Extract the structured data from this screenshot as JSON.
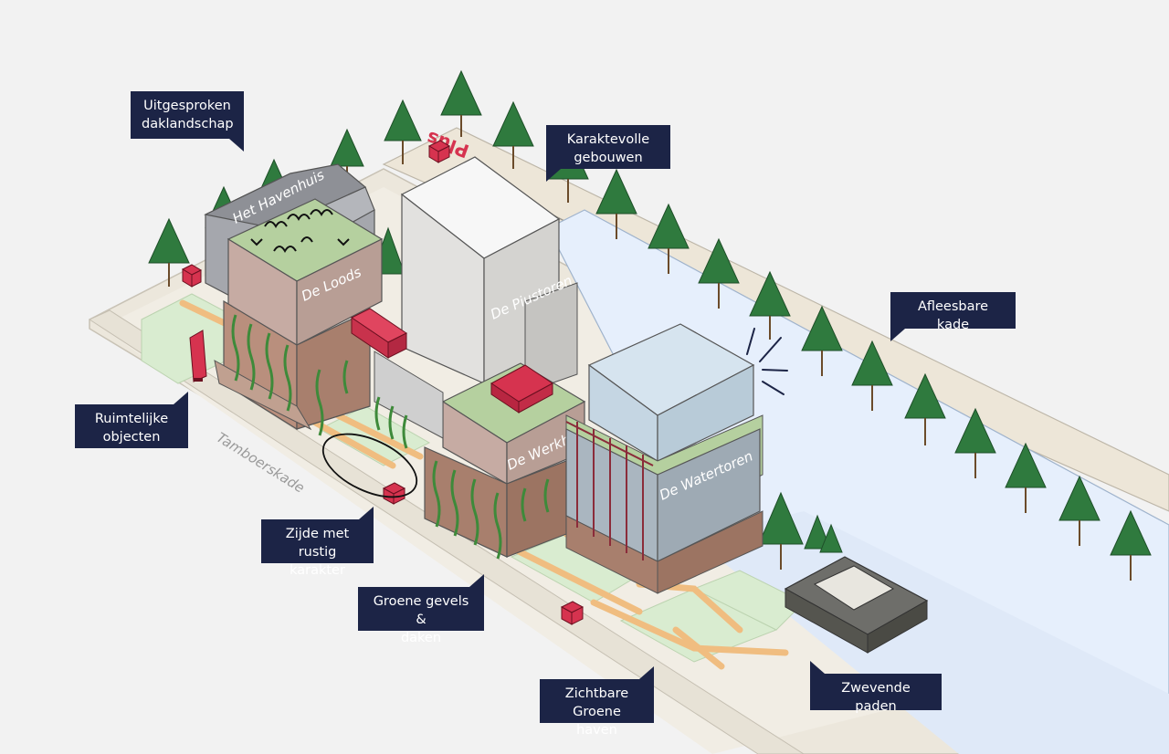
{
  "buildings": {
    "havenhuis": "Het Havenhuis",
    "loods": "De Loods",
    "piustoren": "De Piustoren",
    "werkhal": "De Werkhal",
    "watertoren": "De Watertoren"
  },
  "street": "Tamboerskade",
  "sign": "Plus",
  "callouts": {
    "daklandschap": "Uitgesproken\ndaklandschap",
    "karaktervolle": "Karaktevolle\ngebouwen",
    "afleesbare": "Afleesbare kade",
    "ruimtelijke": "Ruimtelijke\nobjecten",
    "zijde": "Zijde met rustig\nkarakter",
    "groene_gevels": "Groene gevels &\ndaken",
    "zichtbare": "Zichtbare\nGroene haven",
    "zwevende": "Zwevende paden"
  },
  "colors": {
    "callout_bg": "#1c2446",
    "water": "#e6effc",
    "accent_red": "#d6334f",
    "roof_green": "#b8d2a6",
    "tree_green": "#2f7a3e"
  }
}
